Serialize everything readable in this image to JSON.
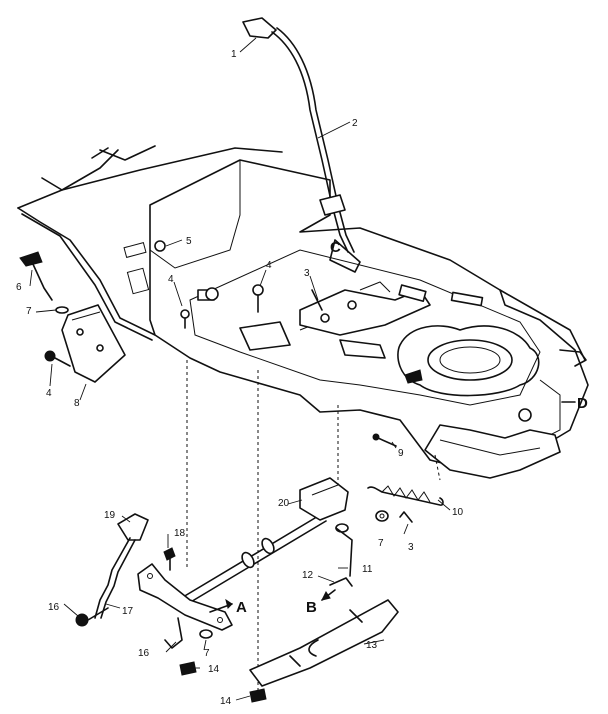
{
  "callouts": [
    {
      "id": "c1",
      "text": "1"
    },
    {
      "id": "c2",
      "text": "2"
    },
    {
      "id": "c3a",
      "text": "3"
    },
    {
      "id": "c3b",
      "text": "3"
    },
    {
      "id": "c4a",
      "text": "4"
    },
    {
      "id": "c4b",
      "text": "4"
    },
    {
      "id": "c4c",
      "text": "4"
    },
    {
      "id": "c5",
      "text": "5"
    },
    {
      "id": "c6",
      "text": "6"
    },
    {
      "id": "c7a",
      "text": "7"
    },
    {
      "id": "c7b",
      "text": "7"
    },
    {
      "id": "c7c",
      "text": "7"
    },
    {
      "id": "c8",
      "text": "8"
    },
    {
      "id": "c9",
      "text": "9"
    },
    {
      "id": "c10",
      "text": "10"
    },
    {
      "id": "c11",
      "text": "11"
    },
    {
      "id": "c12",
      "text": "12"
    },
    {
      "id": "c13",
      "text": "13"
    },
    {
      "id": "c14a",
      "text": "14"
    },
    {
      "id": "c14b",
      "text": "14"
    },
    {
      "id": "c16a",
      "text": "16"
    },
    {
      "id": "c16b",
      "text": "16"
    },
    {
      "id": "c17",
      "text": "17"
    },
    {
      "id": "c18",
      "text": "18"
    },
    {
      "id": "c19",
      "text": "19"
    },
    {
      "id": "c20",
      "text": "20"
    }
  ],
  "reference_letters": [
    {
      "id": "A",
      "text": "A"
    },
    {
      "id": "B",
      "text": "B"
    },
    {
      "id": "C",
      "text": "C"
    },
    {
      "id": "D",
      "text": "D"
    }
  ]
}
